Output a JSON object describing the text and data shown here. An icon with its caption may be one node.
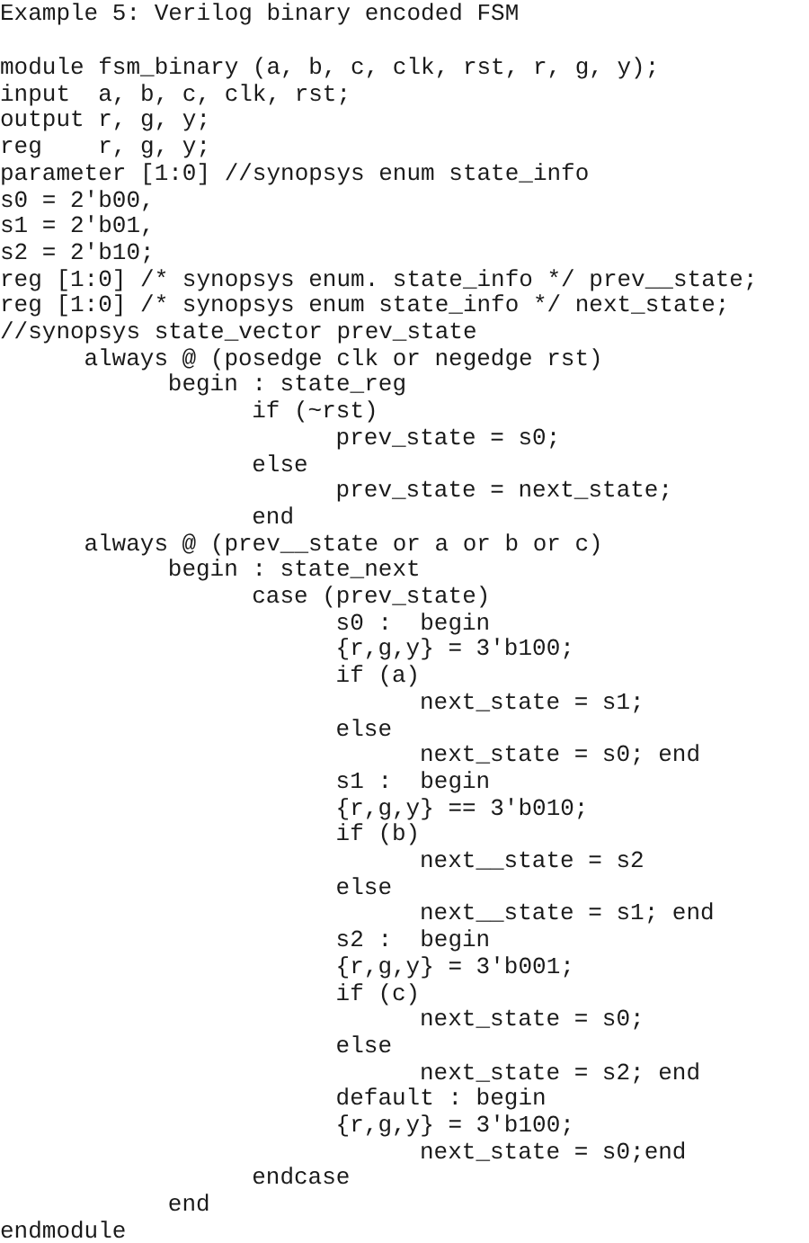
{
  "diagram": {
    "title": "Example 5: Verilog binary encoded FSM",
    "labels": [
      "module fsm_binary (a, b, c, clk, rst, r, g, y);",
      "input  a, b, c, clk, rst;",
      "output r, g, y;",
      "reg    r, g, y;",
      "parameter [1:0] //synopsys enum state_info",
      "s0 = 2'b00,",
      "s1 = 2'b01,",
      "s2 = 2'b10;",
      "reg [1:0] /* synopsys enum. state_info */ prev__state;",
      "reg [1:0] /* synopsys enum state_info */ next_state;",
      "//synopsys state_vector prev_state",
      "always @ (posedge clk or negedge rst)",
      "begin : state_reg",
      "if (~rst)",
      "prev_state = s0;",
      "else",
      "prev_state = next_state;",
      "end",
      "always @ (prev__state or a or b or c)",
      "begin : state_next",
      "case (prev_state)",
      "s0 :  begin",
      "{r,g,y} = 3'b100;",
      "if (a)",
      "next_state = s1;",
      "else",
      "next_state = s0; end",
      "s1 :  begin",
      "{r,g,y} == 3'b010;",
      "if (b)",
      "next__state = s2",
      "else",
      "next__state = s1; end",
      "s2 :  begin",
      "{r,g,y} = 3'b001;",
      "if (c)",
      "next_state = s0;",
      "else",
      "next_state = s2; end",
      "default : begin",
      "{r,g,y} = 3'b100;",
      "next_state = s0;end",
      "endcase",
      "end",
      "endmodule"
    ]
  }
}
